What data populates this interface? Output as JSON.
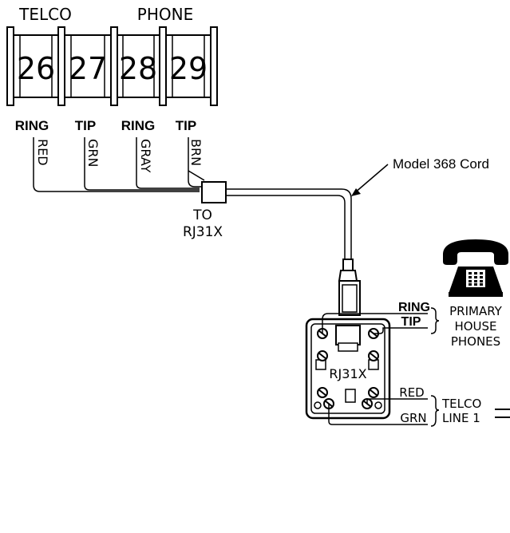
{
  "terminal_block": {
    "group_labels": [
      "TELCO",
      "PHONE"
    ],
    "terminals": [
      {
        "number": "26",
        "wire_function": "RING",
        "wire_color": "RED"
      },
      {
        "number": "27",
        "wire_function": "TIP",
        "wire_color": "GRN"
      },
      {
        "number": "28",
        "wire_function": "RING",
        "wire_color": "GRAY"
      },
      {
        "number": "29",
        "wire_function": "TIP",
        "wire_color": "BRN"
      }
    ]
  },
  "connector_label": "TO\nRJ31X",
  "connector_label_lines": [
    "TO",
    "RJ31X"
  ],
  "cord_label": "Model 368 Cord",
  "jack": {
    "name": "RJ31X",
    "top_pair": [
      "RING",
      "TIP"
    ],
    "top_pair_destination": [
      "PRIMARY",
      "HOUSE",
      "PHONES"
    ],
    "bottom_pair": [
      "RED",
      "GRN"
    ],
    "bottom_pair_destination": [
      "TELCO",
      "LINE 1"
    ]
  },
  "icons": [
    "telephone-icon",
    "modular-plug-icon",
    "screw-terminal-icon"
  ]
}
